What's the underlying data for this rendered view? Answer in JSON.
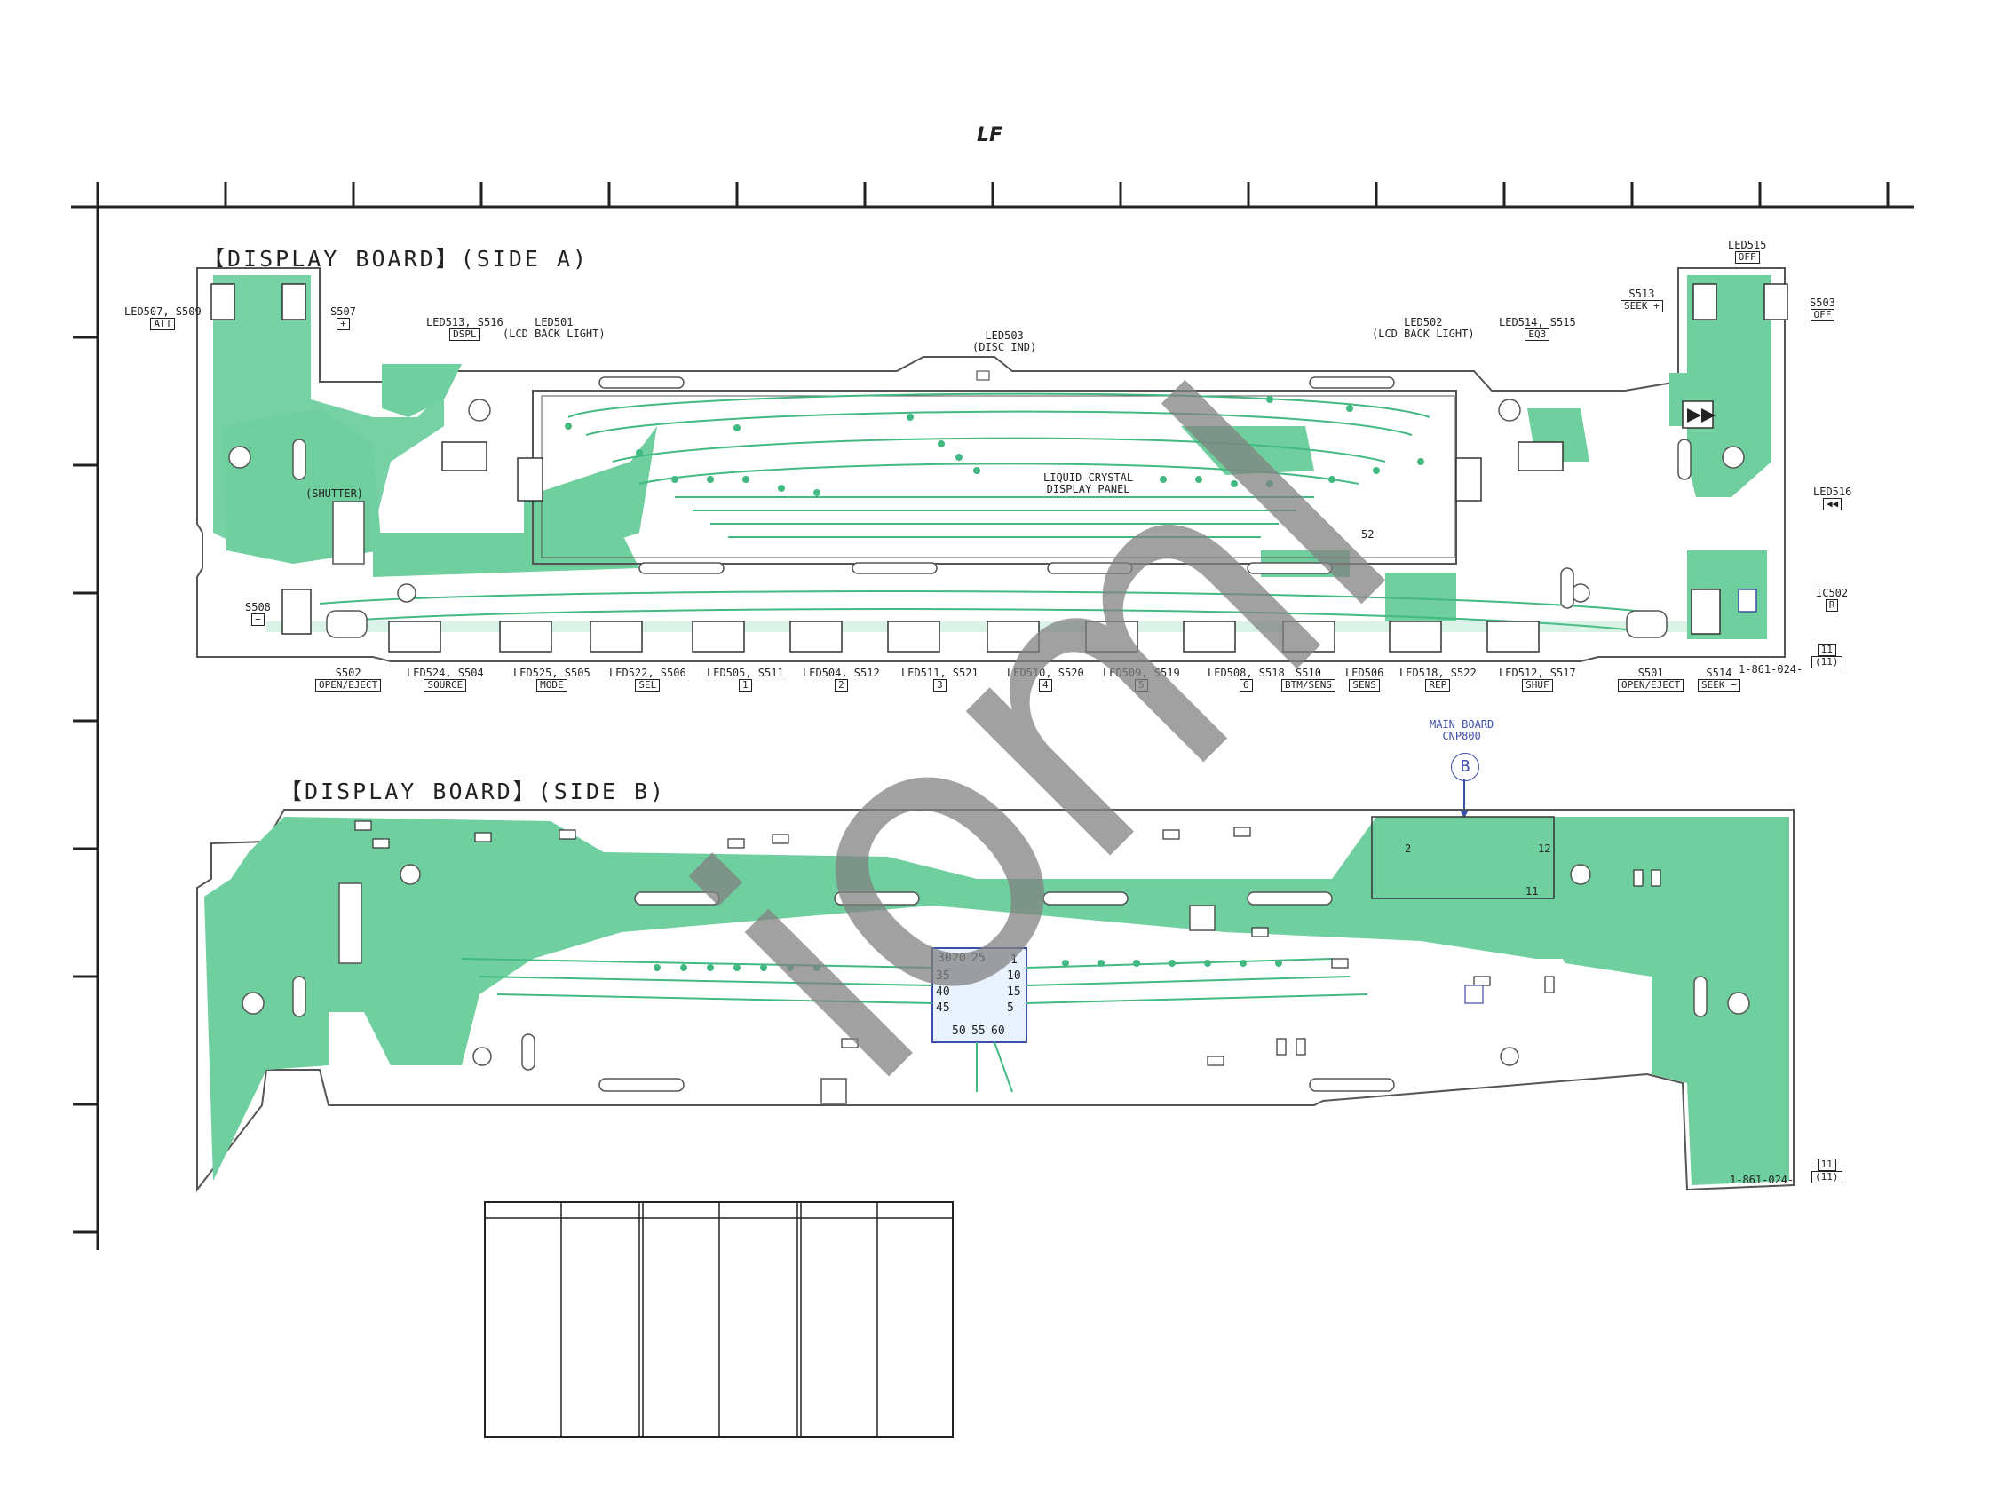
{
  "logo_text": "LF",
  "side_a": {
    "title": "【DISPLAY BOARD】(SIDE A)",
    "top_labels": [
      {
        "ref": "LED507, S509",
        "box": "ATT"
      },
      {
        "ref": "S507",
        "box": "+"
      },
      {
        "ref": "LED513, S516",
        "box": "DSPL"
      },
      {
        "ref": "LED501",
        "sub": "(LCD BACK LIGHT)"
      },
      {
        "ref": "LED503",
        "sub": "(DISC IND)"
      },
      {
        "ref": "LED502",
        "sub": "(LCD BACK LIGHT)"
      },
      {
        "ref": "LED514, S515",
        "box": "EQ3"
      },
      {
        "ref": "S513",
        "box": "SEEK +"
      },
      {
        "ref": "LED515",
        "box": "OFF"
      },
      {
        "ref": "S503",
        "box": "OFF"
      }
    ],
    "right_labels": [
      {
        "ref": "LED516"
      },
      {
        "ref": "IC502"
      }
    ],
    "left_labels": [
      {
        "ref": "S508",
        "box": "−"
      }
    ],
    "inner_labels": {
      "shutter": "(SHUTTER)",
      "lcd": "LIQUID CRYSTAL\nDISPLAY PANEL",
      "pin52": "52",
      "part_no": "1-861-024-",
      "page_ref_top": "11",
      "page_ref_bottom": "(11)"
    },
    "bottom_labels": [
      {
        "ref": "S502",
        "box": "OPEN/EJECT"
      },
      {
        "ref": "LED524, S504",
        "box": "SOURCE"
      },
      {
        "ref": "LED525, S505",
        "box": "MODE"
      },
      {
        "ref": "LED522, S506",
        "box": "SEL"
      },
      {
        "ref": "LED505, S511",
        "box": "1"
      },
      {
        "ref": "LED504, S512",
        "box": "2"
      },
      {
        "ref": "LED511, S521",
        "box": "3"
      },
      {
        "ref": "LED510, S520",
        "box": "4"
      },
      {
        "ref": "LED509, S519",
        "box": "5"
      },
      {
        "ref": "LED508, S518",
        "box": "6"
      },
      {
        "ref": "S510",
        "box": "BTM/SENS"
      },
      {
        "ref": "LED506",
        "box": "SENS"
      },
      {
        "ref": "LED518, S522",
        "box": "REP"
      },
      {
        "ref": "LED512, S517",
        "box": "SHUF"
      },
      {
        "ref": "S501",
        "box": "OPEN/EJECT"
      },
      {
        "ref": "S514",
        "box": "SEEK −"
      }
    ]
  },
  "side_b": {
    "title": "【DISPLAY BOARD】(SIDE B)",
    "connector_label": "MAIN BOARD\nCNP800",
    "connector_symbol": "B",
    "pin_2": "2",
    "pin_12": "12",
    "pin_11": "11",
    "ic_pins": [
      "20",
      "25",
      "30",
      "15",
      "10",
      "5",
      "1",
      "35",
      "40",
      "45",
      "50",
      "55",
      "60"
    ],
    "part_no": "1-861-024-",
    "page_ref_top": "11",
    "page_ref_bottom": "(11)"
  },
  "watermark": "ioml",
  "colors": {
    "pcb_green": "#6fcf9f",
    "pcb_light": "#d7f3e6",
    "trace": "#41b981",
    "connector_blue": "#3b4ea8"
  }
}
